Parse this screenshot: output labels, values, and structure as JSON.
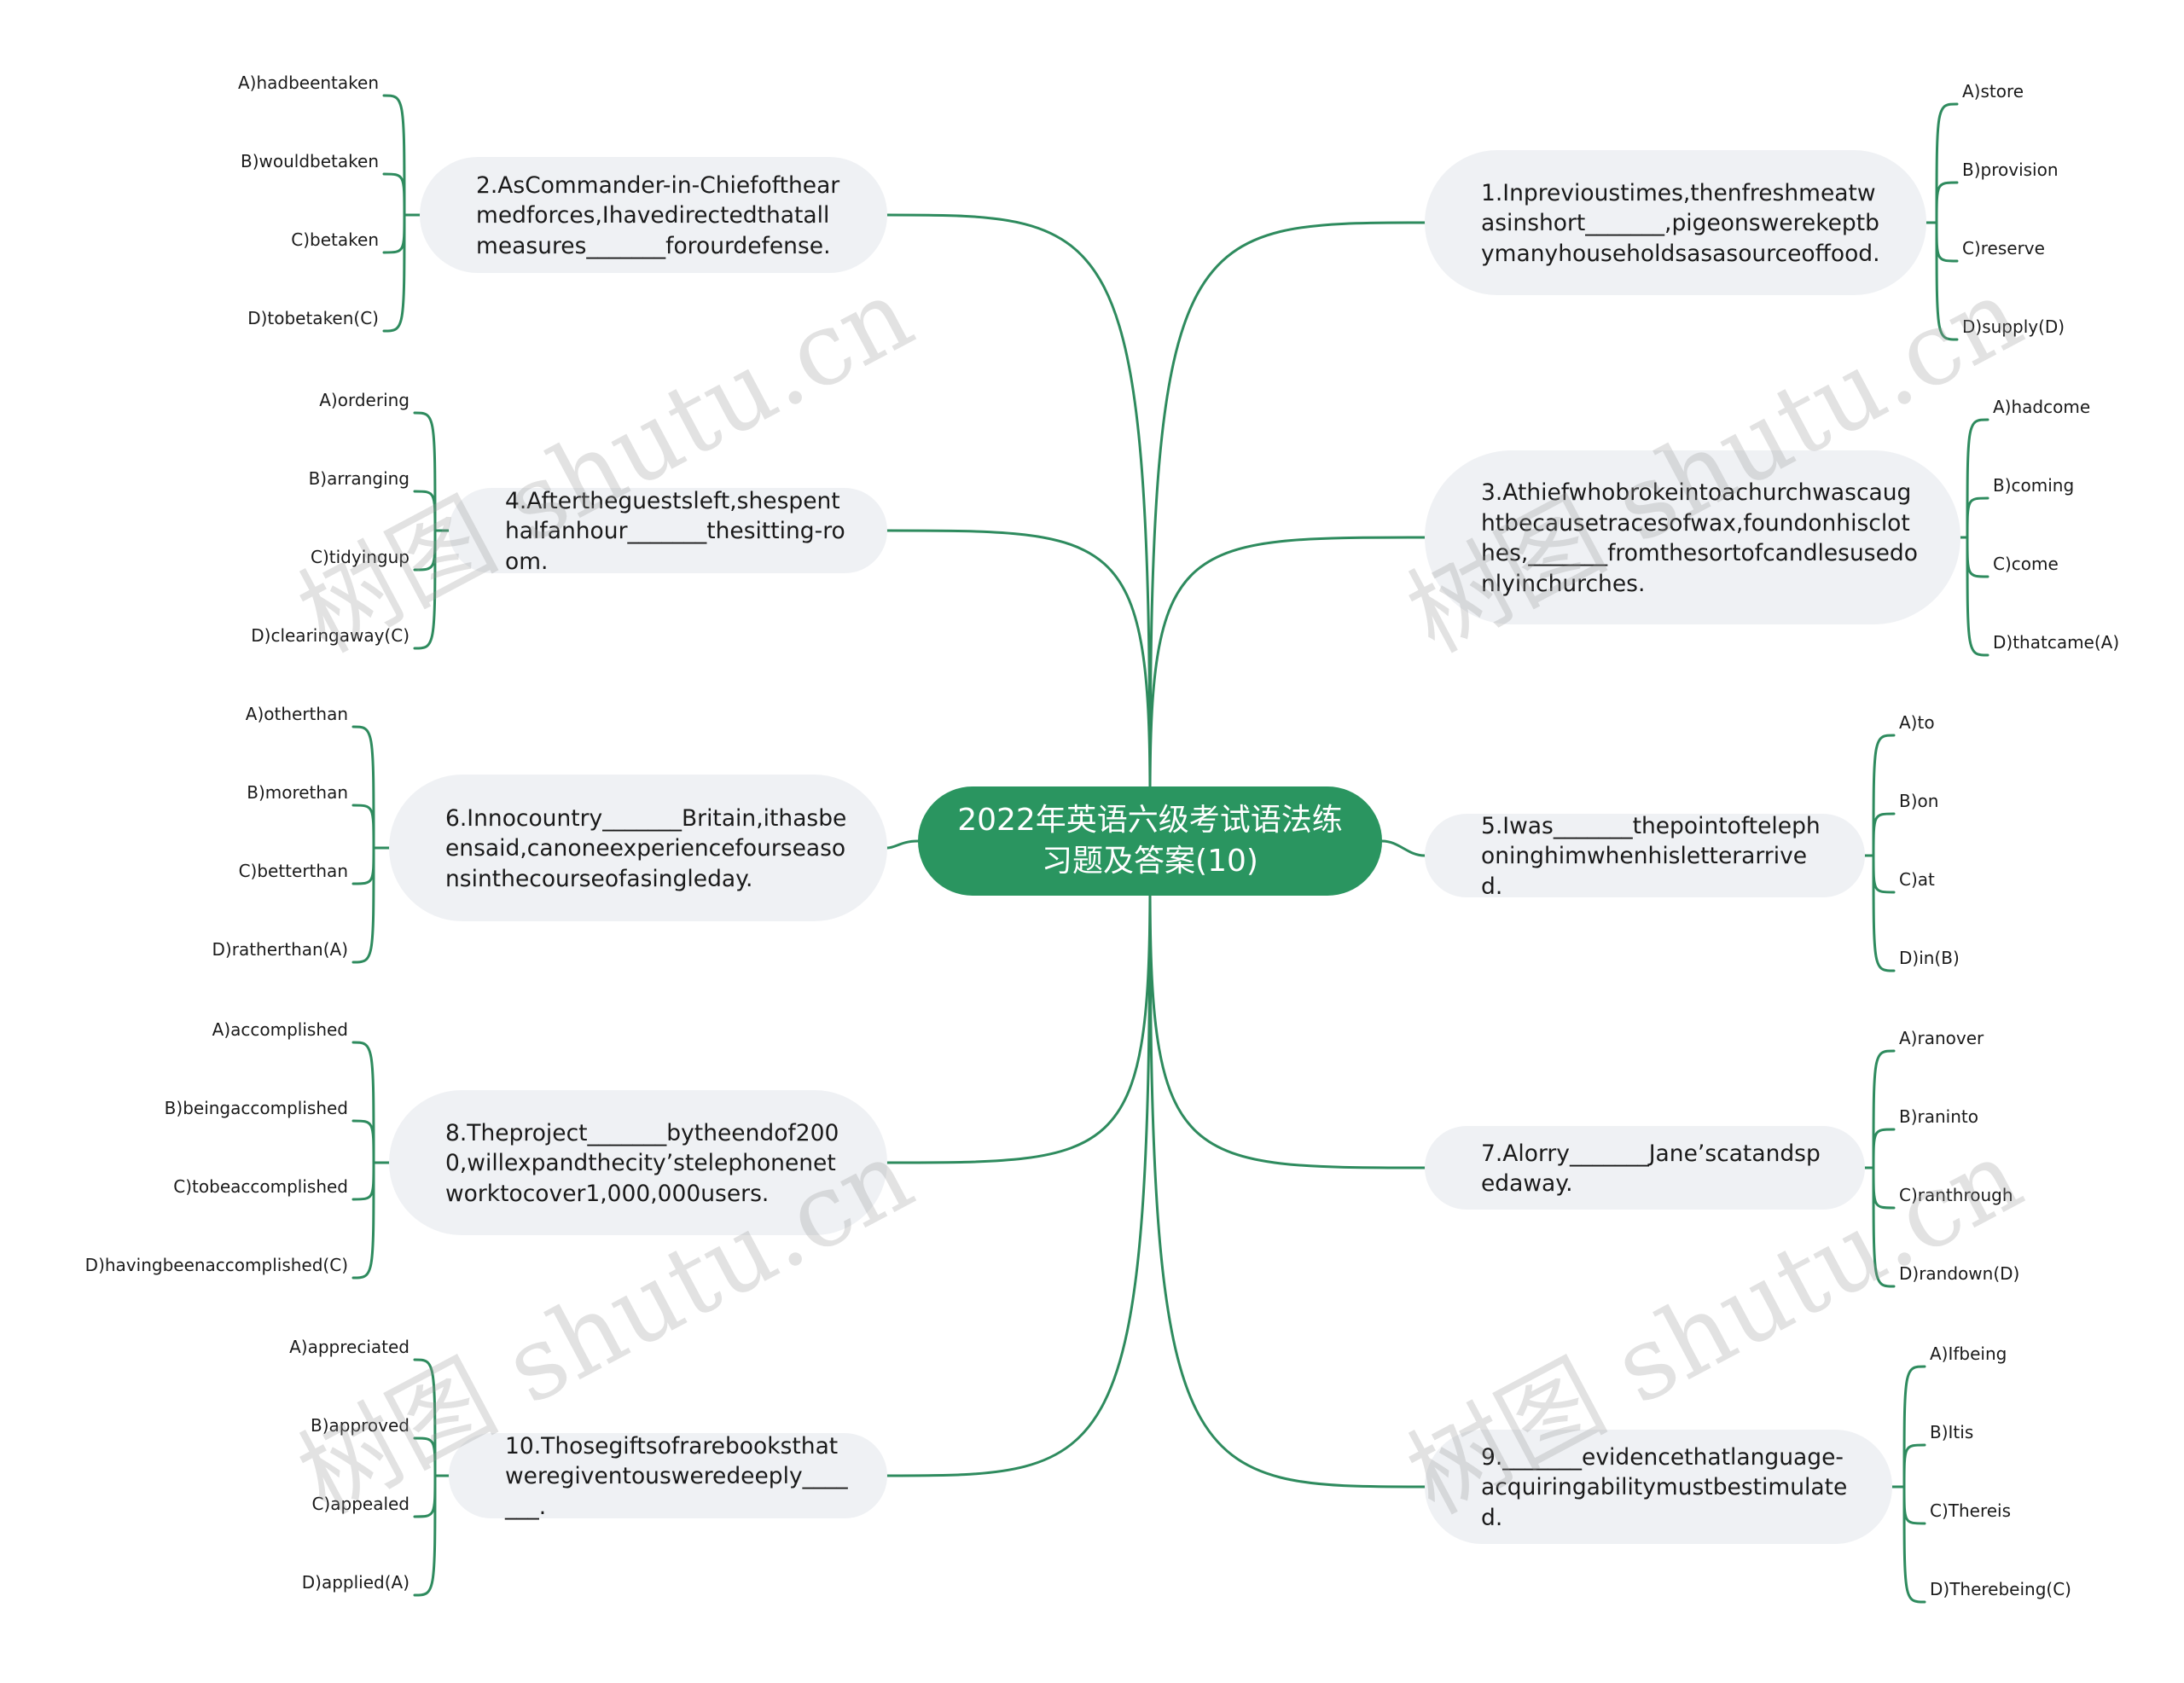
{
  "title": "2022年英语六级考试语法练习题及答案(10)",
  "watermark": "树图 shutu.cn",
  "colors": {
    "accent": "#2a9560",
    "line": "#2e8b5e",
    "node_bg": "#eff1f4"
  },
  "questions": [
    {
      "text": "1.Inprevioustimes,thenfreshmeatwasinshort_______,pigeonswerekeptbymanyhouseholdsasasourceoffood.",
      "options": [
        "A)store",
        "B)provision",
        "C)reserve",
        "D)supply(D)"
      ]
    },
    {
      "text": "2.AsCommander-in-Chiefofthearmedforces,Ihavedirectedthatallmeasures_______forourdefense.",
      "options": [
        "A)hadbeentaken",
        "B)wouldbetaken",
        "C)betaken",
        "D)tobetaken(C)"
      ]
    },
    {
      "text": "3.Athiefwhobrokeintoachurchwascaughtbecausetracesofwax,foundonhisclothes,_______fromthesortofcandlesusedonlyinchurches.",
      "options": [
        "A)hadcome",
        "B)coming",
        "C)come",
        "D)thatcame(A)"
      ]
    },
    {
      "text": "4.Aftertheguestsleft,shespenthalfanhour_______thesitting-room.",
      "options": [
        "A)ordering",
        "B)arranging",
        "C)tidyingup",
        "D)clearingaway(C)"
      ]
    },
    {
      "text": "5.Iwas_______thepointoftelephoninghimwhenhisletterarrived.",
      "options": [
        "A)to",
        "B)on",
        "C)at",
        "D)in(B)"
      ]
    },
    {
      "text": "6.Innocountry_______Britain,ithasbeensaid,canoneexperiencefourseasonsinthecourseofasingleday.",
      "options": [
        "A)otherthan",
        "B)morethan",
        "C)betterthan",
        "D)ratherthan(A)"
      ]
    },
    {
      "text": "7.Alorry_______Jane’scatandspedaway.",
      "options": [
        "A)ranover",
        "B)raninto",
        "C)ranthrough",
        "D)randown(D)"
      ]
    },
    {
      "text": "8.Theproject_______bytheendof2000,willexpandthecity’stelephonenetworktocover1,000,000users.",
      "options": [
        "A)accomplished",
        "B)beingaccomplished",
        "C)tobeaccomplished",
        "D)havingbeenaccomplished(C)"
      ]
    },
    {
      "text": "9._______evidencethatlanguage-acquiringabilitymustbestimulated.",
      "options": [
        "A)Ifbeing",
        "B)Itis",
        "C)Thereis",
        "D)Therebeing(C)"
      ]
    },
    {
      "text": "10.Thosegiftsofrarebooksthatweregiventousweredeeply_______.",
      "options": [
        "A)appreciated",
        "B)approved",
        "C)appealed",
        "D)applied(A)"
      ]
    }
  ]
}
